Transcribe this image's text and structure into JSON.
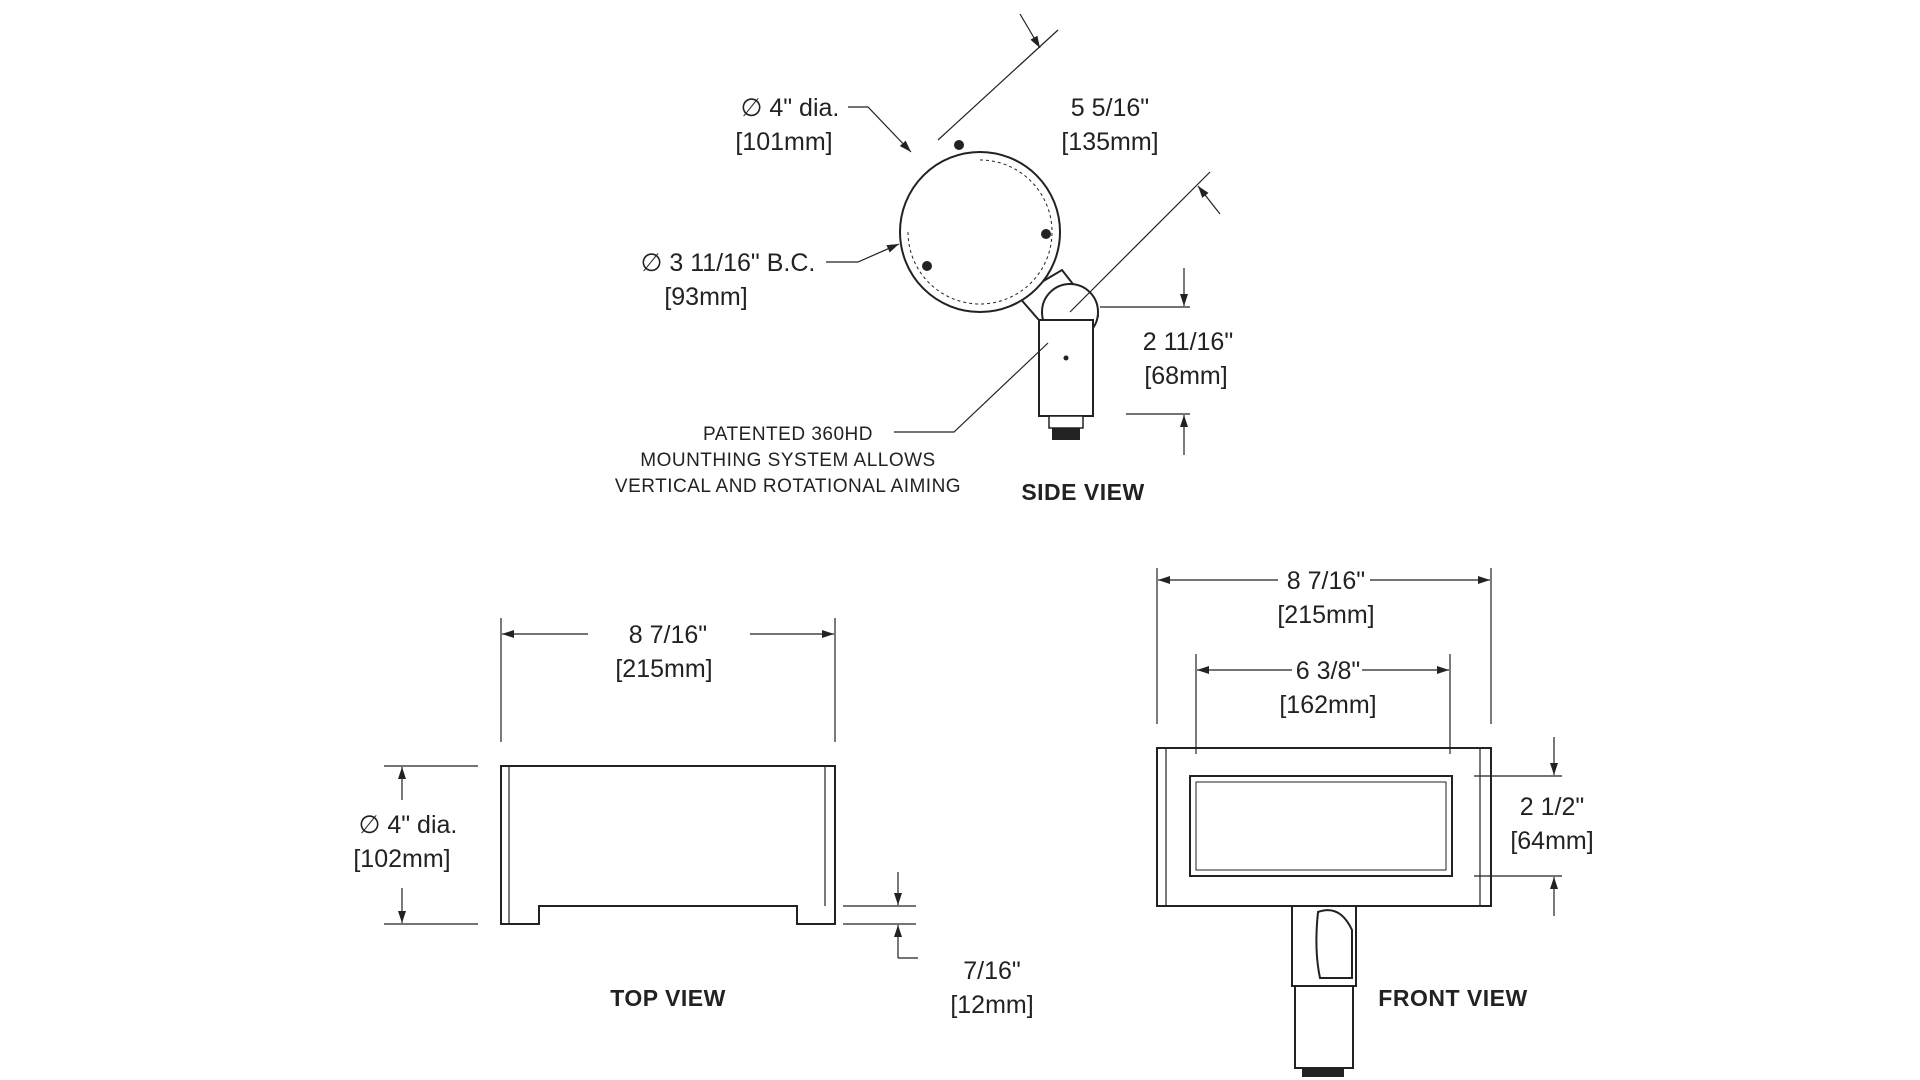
{
  "side_view": {
    "title": "SIDE VIEW",
    "dia": {
      "line1": "∅ 4\" dia.",
      "line2": "[101mm]"
    },
    "bc": {
      "line1": "∅ 3 11/16\" B.C.",
      "line2": "[93mm]"
    },
    "diag": {
      "line1": "5 5/16\"",
      "line2": "[135mm]"
    },
    "height": {
      "line1": "2 11/16\"",
      "line2": "[68mm]"
    },
    "note": [
      "PATENTED 360HD",
      "MOUNTHING SYSTEM ALLOWS",
      "VERTICAL AND ROTATIONAL AIMING"
    ]
  },
  "top_view": {
    "title": "TOP VIEW",
    "width": {
      "line1": "8 7/16\"",
      "line2": "[215mm]"
    },
    "dia": {
      "line1": "∅ 4\" dia.",
      "line2": "[102mm]"
    },
    "notch": {
      "line1": "7/16\"",
      "line2": "[12mm]"
    }
  },
  "front_view": {
    "title": "FRONT VIEW",
    "width": {
      "line1": "8 7/16\"",
      "line2": "[215mm]"
    },
    "lens_width": {
      "line1": "6 3/8\"",
      "line2": "[162mm]"
    },
    "lens_height": {
      "line1": "2 1/2\"",
      "line2": "[64mm]"
    }
  }
}
